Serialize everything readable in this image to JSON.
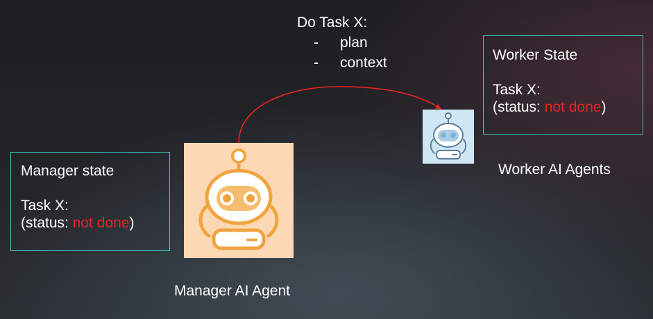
{
  "message": {
    "title": "Do Task X:",
    "items": [
      {
        "bullet": "-",
        "text": "plan"
      },
      {
        "bullet": "-",
        "text": "context"
      }
    ]
  },
  "manager_state": {
    "title": "Manager state",
    "task": "Task X:",
    "status_prefix": "(status: ",
    "status_value": "not done",
    "status_suffix": ")"
  },
  "worker_state": {
    "title": "Worker State",
    "task": "Task X:",
    "status_prefix": "(status: ",
    "status_value": "not done",
    "status_suffix": ")"
  },
  "manager_agent": {
    "label": "Manager AI Agent",
    "icon": "robot-icon"
  },
  "worker_agent": {
    "label": "Worker AI Agents",
    "icon": "robot-icon"
  },
  "colors": {
    "box_border": "#3ec8c4",
    "status_not_done": "#e8231e",
    "arrow": "#e8231e",
    "manager_icon_bg": "#fcd8b4",
    "manager_icon_accent": "#f0a440",
    "worker_icon_bg": "#cfe6f4",
    "worker_icon_accent": "#7fb1d6"
  }
}
